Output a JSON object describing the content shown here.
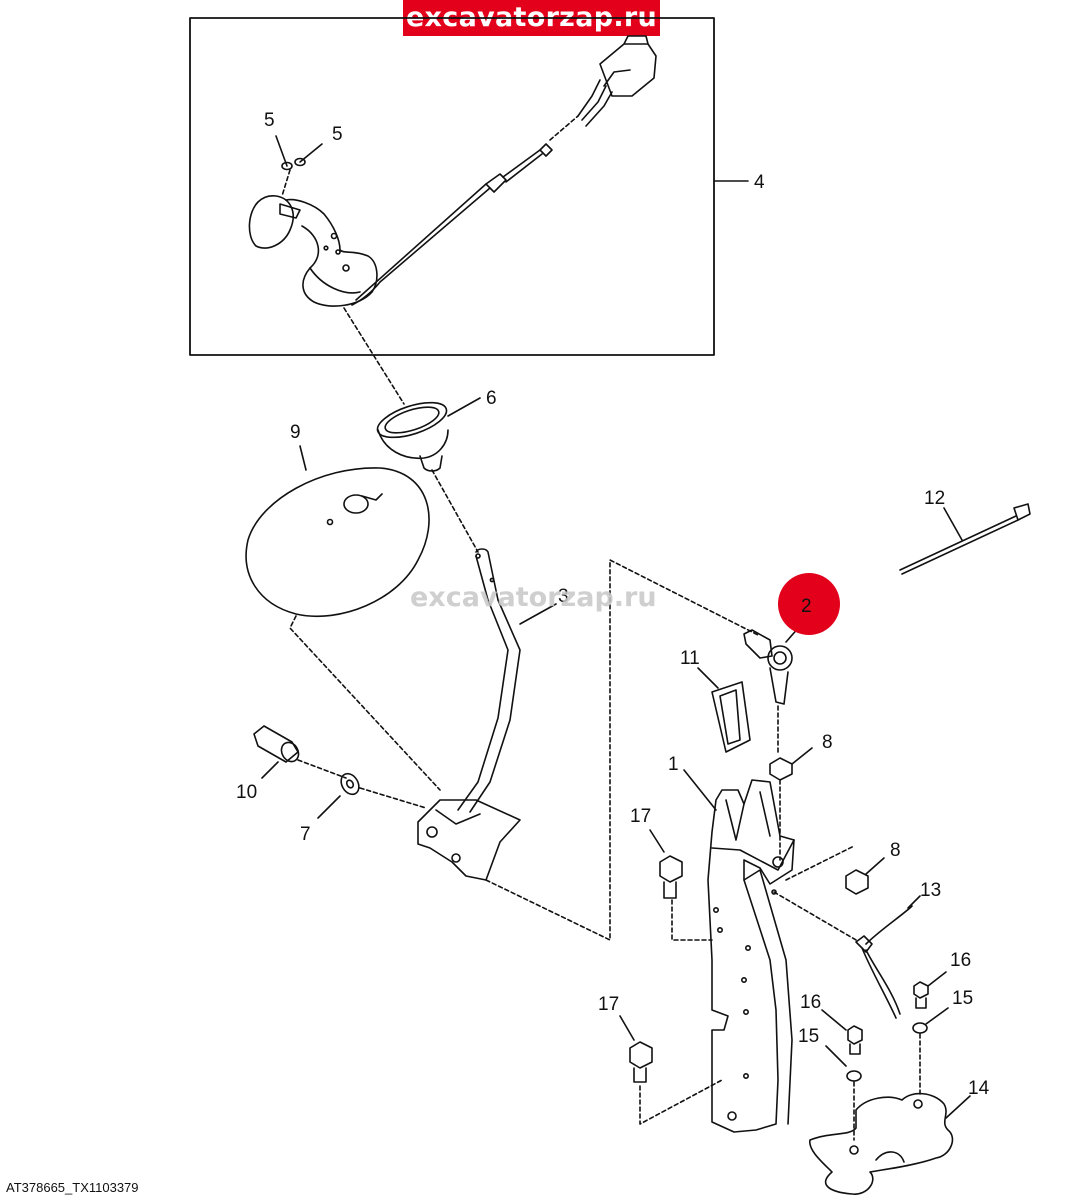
{
  "watermark": {
    "brand": "excavatorzap.ru",
    "color": "#e3001b"
  },
  "reference_id": "AT378665_TX1103379",
  "highlight": {
    "label": "2",
    "color": "#e3001b"
  },
  "callouts": [
    "1",
    "2",
    "3",
    "4",
    "5",
    "5",
    "6",
    "7",
    "8",
    "8",
    "9",
    "10",
    "11",
    "12",
    "13",
    "14",
    "15",
    "15",
    "16",
    "16",
    "17",
    "17"
  ]
}
